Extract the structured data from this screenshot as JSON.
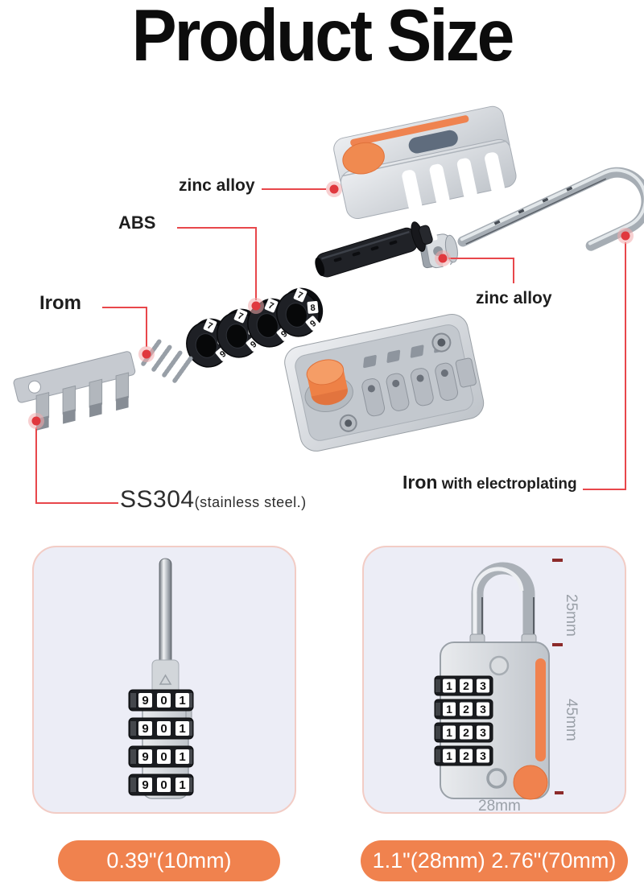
{
  "title": "Product Size",
  "colors": {
    "accent_orange": "#F0824E",
    "leader_red": "#E8474B",
    "panel_bg": "#ECEDF6",
    "panel_border": "#F2CCC5",
    "measure_text": "#9AA0A8",
    "tick_red": "#8C2A2A",
    "dial_black": "#1A1C20",
    "body_gray": "#C6CAD0"
  },
  "diagram": {
    "labels": {
      "zinc_alloy_left": "zinc alloy",
      "abs": "ABS",
      "iron": "Irom",
      "zinc_alloy_right": "zinc alloy",
      "ss304_main": "SS304",
      "ss304_sub": "(stainless steel.)",
      "iron_plating_main": "Iron",
      "iron_plating_sub": " with electroplating"
    },
    "dial_digits": [
      "7",
      "8",
      "9"
    ]
  },
  "panels": {
    "left": {
      "dial_digits": [
        "9",
        "0",
        "1"
      ],
      "size_label": "0.39\"(10mm)"
    },
    "right": {
      "dial_digits": [
        "1",
        "2",
        "3"
      ],
      "measurements": {
        "shackle_height": "25mm",
        "body_height": "45mm",
        "body_width": "28mm"
      },
      "size_label": "1.1\"(28mm) 2.76\"(70mm)"
    }
  }
}
